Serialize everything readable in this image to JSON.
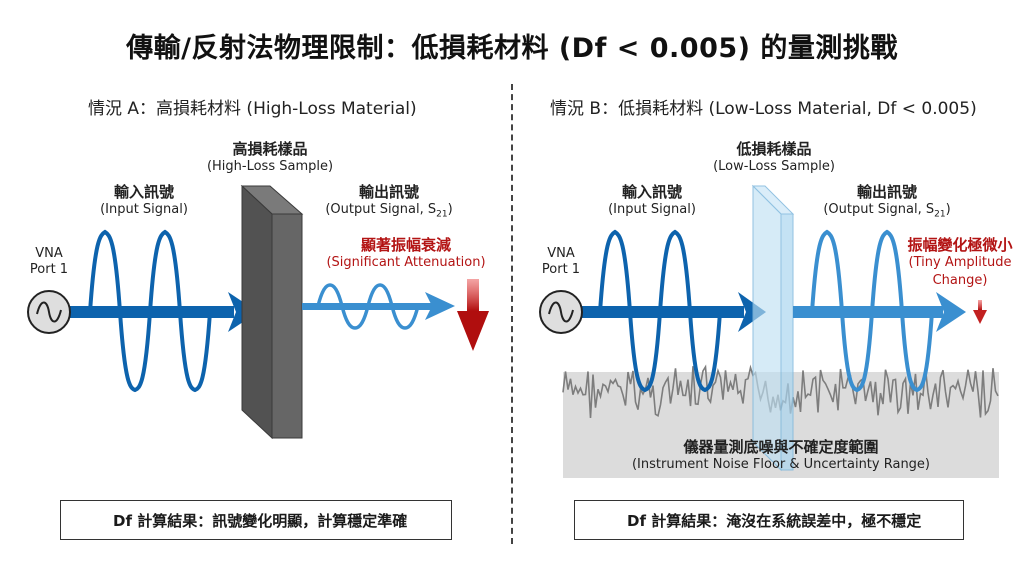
{
  "title": "傳輸/反射法物理限制：低損耗材料 (Df < 0.005) 的量測挑戰",
  "colors": {
    "signal_dark": "#0d63ad",
    "signal_light": "#3a8fd0",
    "attenuation_red": "#b31414",
    "high_loss_sample": "#5e5e5e",
    "low_loss_sample": "#bfe0f3",
    "noise_gray": "#7d7d7d",
    "noise_fill": "#dcdcdc",
    "check_green": "#2e9b47",
    "cross_red": "#c8231f"
  },
  "panel_a": {
    "heading": "情況 A：高損耗材料 (High-Loss Material)",
    "sample": {
      "zh": "高損耗樣品",
      "en": "(High-Loss Sample)"
    },
    "source": {
      "line1": "VNA",
      "line2": "Port 1",
      "icon": "ac-source-icon"
    },
    "input_signal": {
      "zh": "輸入訊號",
      "en": "(Input Signal)"
    },
    "output_signal": {
      "zh": "輸出訊號",
      "en": "(Output Signal, S",
      "sub": "21",
      "close": ")"
    },
    "annotation": {
      "zh": "顯著振幅衰減",
      "en": "(Significant Attenuation)"
    },
    "result": {
      "icon": "check-icon",
      "text": "Df 計算結果：訊號變化明顯，計算穩定準確"
    }
  },
  "panel_b": {
    "heading": "情況 B：低損耗材料 (Low-Loss Material, Df < 0.005)",
    "sample": {
      "zh": "低損耗樣品",
      "en": "(Low-Loss Sample)"
    },
    "source": {
      "line1": "VNA",
      "line2": "Port 1",
      "icon": "ac-source-icon"
    },
    "input_signal": {
      "zh": "輸入訊號",
      "en": "(Input Signal)"
    },
    "output_signal": {
      "zh": "輸出訊號",
      "en": "(Output Signal, S",
      "sub": "21",
      "close": ")"
    },
    "annotation": {
      "zh": "振幅變化極微小",
      "en1": "(Tiny Amplitude",
      "en2": "Change)"
    },
    "noise": {
      "zh": "儀器量測底噪與不確定度範圍",
      "en": "(Instrument Noise Floor & Uncertainty Range)"
    },
    "result": {
      "icon": "cross-icon",
      "text": "Df 計算結果：淹沒在系統誤差中，極不穩定"
    }
  }
}
